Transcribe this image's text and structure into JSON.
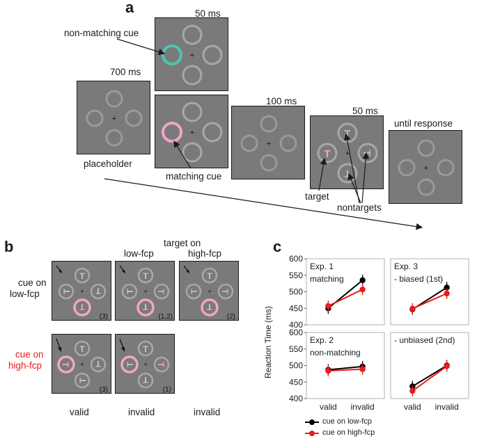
{
  "panel_a": {
    "letter": "a",
    "durations": {
      "placeholder_time": "700 ms",
      "cue_time": "50 ms",
      "isi_time": "100 ms",
      "target_time": "50 ms",
      "response_time": "until response"
    },
    "labels": {
      "non_matching_cue": "non-matching cue",
      "placeholder": "placeholder",
      "matching_cue": "matching cue",
      "target": "target",
      "nontargets": "nontargets"
    },
    "letters": {
      "target_letter": "T"
    }
  },
  "panel_b": {
    "letter": "b",
    "header": {
      "target_on": "target on",
      "low_fcp": "low-fcp",
      "high_fcp": "high-fcp"
    },
    "rows": {
      "cue_on": "cue on",
      "low_fcp": "low-fcp",
      "high_fcp": "high-fcp",
      "high_color": "#e3201b"
    },
    "columns": [
      "valid",
      "invalid",
      "invalid"
    ],
    "counts": [
      "(3)",
      "(1,2)",
      "(2)",
      "(3)",
      "(1)"
    ],
    "letter_T": "T"
  },
  "panel_c": {
    "letter": "c",
    "colors": {
      "low": "#000000",
      "high": "#e3201b"
    },
    "chart_data": [
      {
        "type": "line",
        "subplot": "top-left",
        "title": "Exp. 1",
        "subtitle": "matching",
        "ylabel": "Reaction Time (ms)",
        "ylim": [
          400,
          600
        ],
        "yticks": [
          "600",
          "550",
          "500",
          "450",
          "400"
        ],
        "xticks": [
          "valid",
          "invalid"
        ],
        "series": [
          {
            "name": "cue on low-fcp",
            "values": [
              450,
              535
            ]
          },
          {
            "name": "cue on high-fcp",
            "values": [
              457,
              507
            ]
          }
        ]
      },
      {
        "type": "line",
        "subplot": "top-right",
        "title": "Exp. 3",
        "subtitle": "- biased (1st)",
        "ylim": [
          400,
          600
        ],
        "xticks": [
          "valid",
          "invalid"
        ],
        "series": [
          {
            "name": "cue on low-fcp",
            "values": [
              447,
              513
            ]
          },
          {
            "name": "cue on high-fcp",
            "values": [
              449,
              495
            ]
          }
        ]
      },
      {
        "type": "line",
        "subplot": "bottom-left",
        "title": "Exp. 2",
        "subtitle": "non-matching",
        "ylim": [
          400,
          600
        ],
        "yticks": [
          "600",
          "550",
          "500",
          "450",
          "400"
        ],
        "xticks": [
          "valid",
          "invalid"
        ],
        "series": [
          {
            "name": "cue on low-fcp",
            "values": [
              487,
              497
            ]
          },
          {
            "name": "cue on high-fcp",
            "values": [
              484,
              489
            ]
          }
        ]
      },
      {
        "type": "line",
        "subplot": "bottom-right",
        "title": "",
        "subtitle": "- unbiased (2nd)",
        "ylim": [
          400,
          600
        ],
        "xticks": [
          "valid",
          "invalid"
        ],
        "series": [
          {
            "name": "cue on low-fcp",
            "values": [
              437,
              500
            ]
          },
          {
            "name": "cue on high-fcp",
            "values": [
              423,
              498
            ]
          }
        ]
      }
    ],
    "legend": [
      "cue on low-fcp",
      "cue on high-fcp"
    ]
  }
}
